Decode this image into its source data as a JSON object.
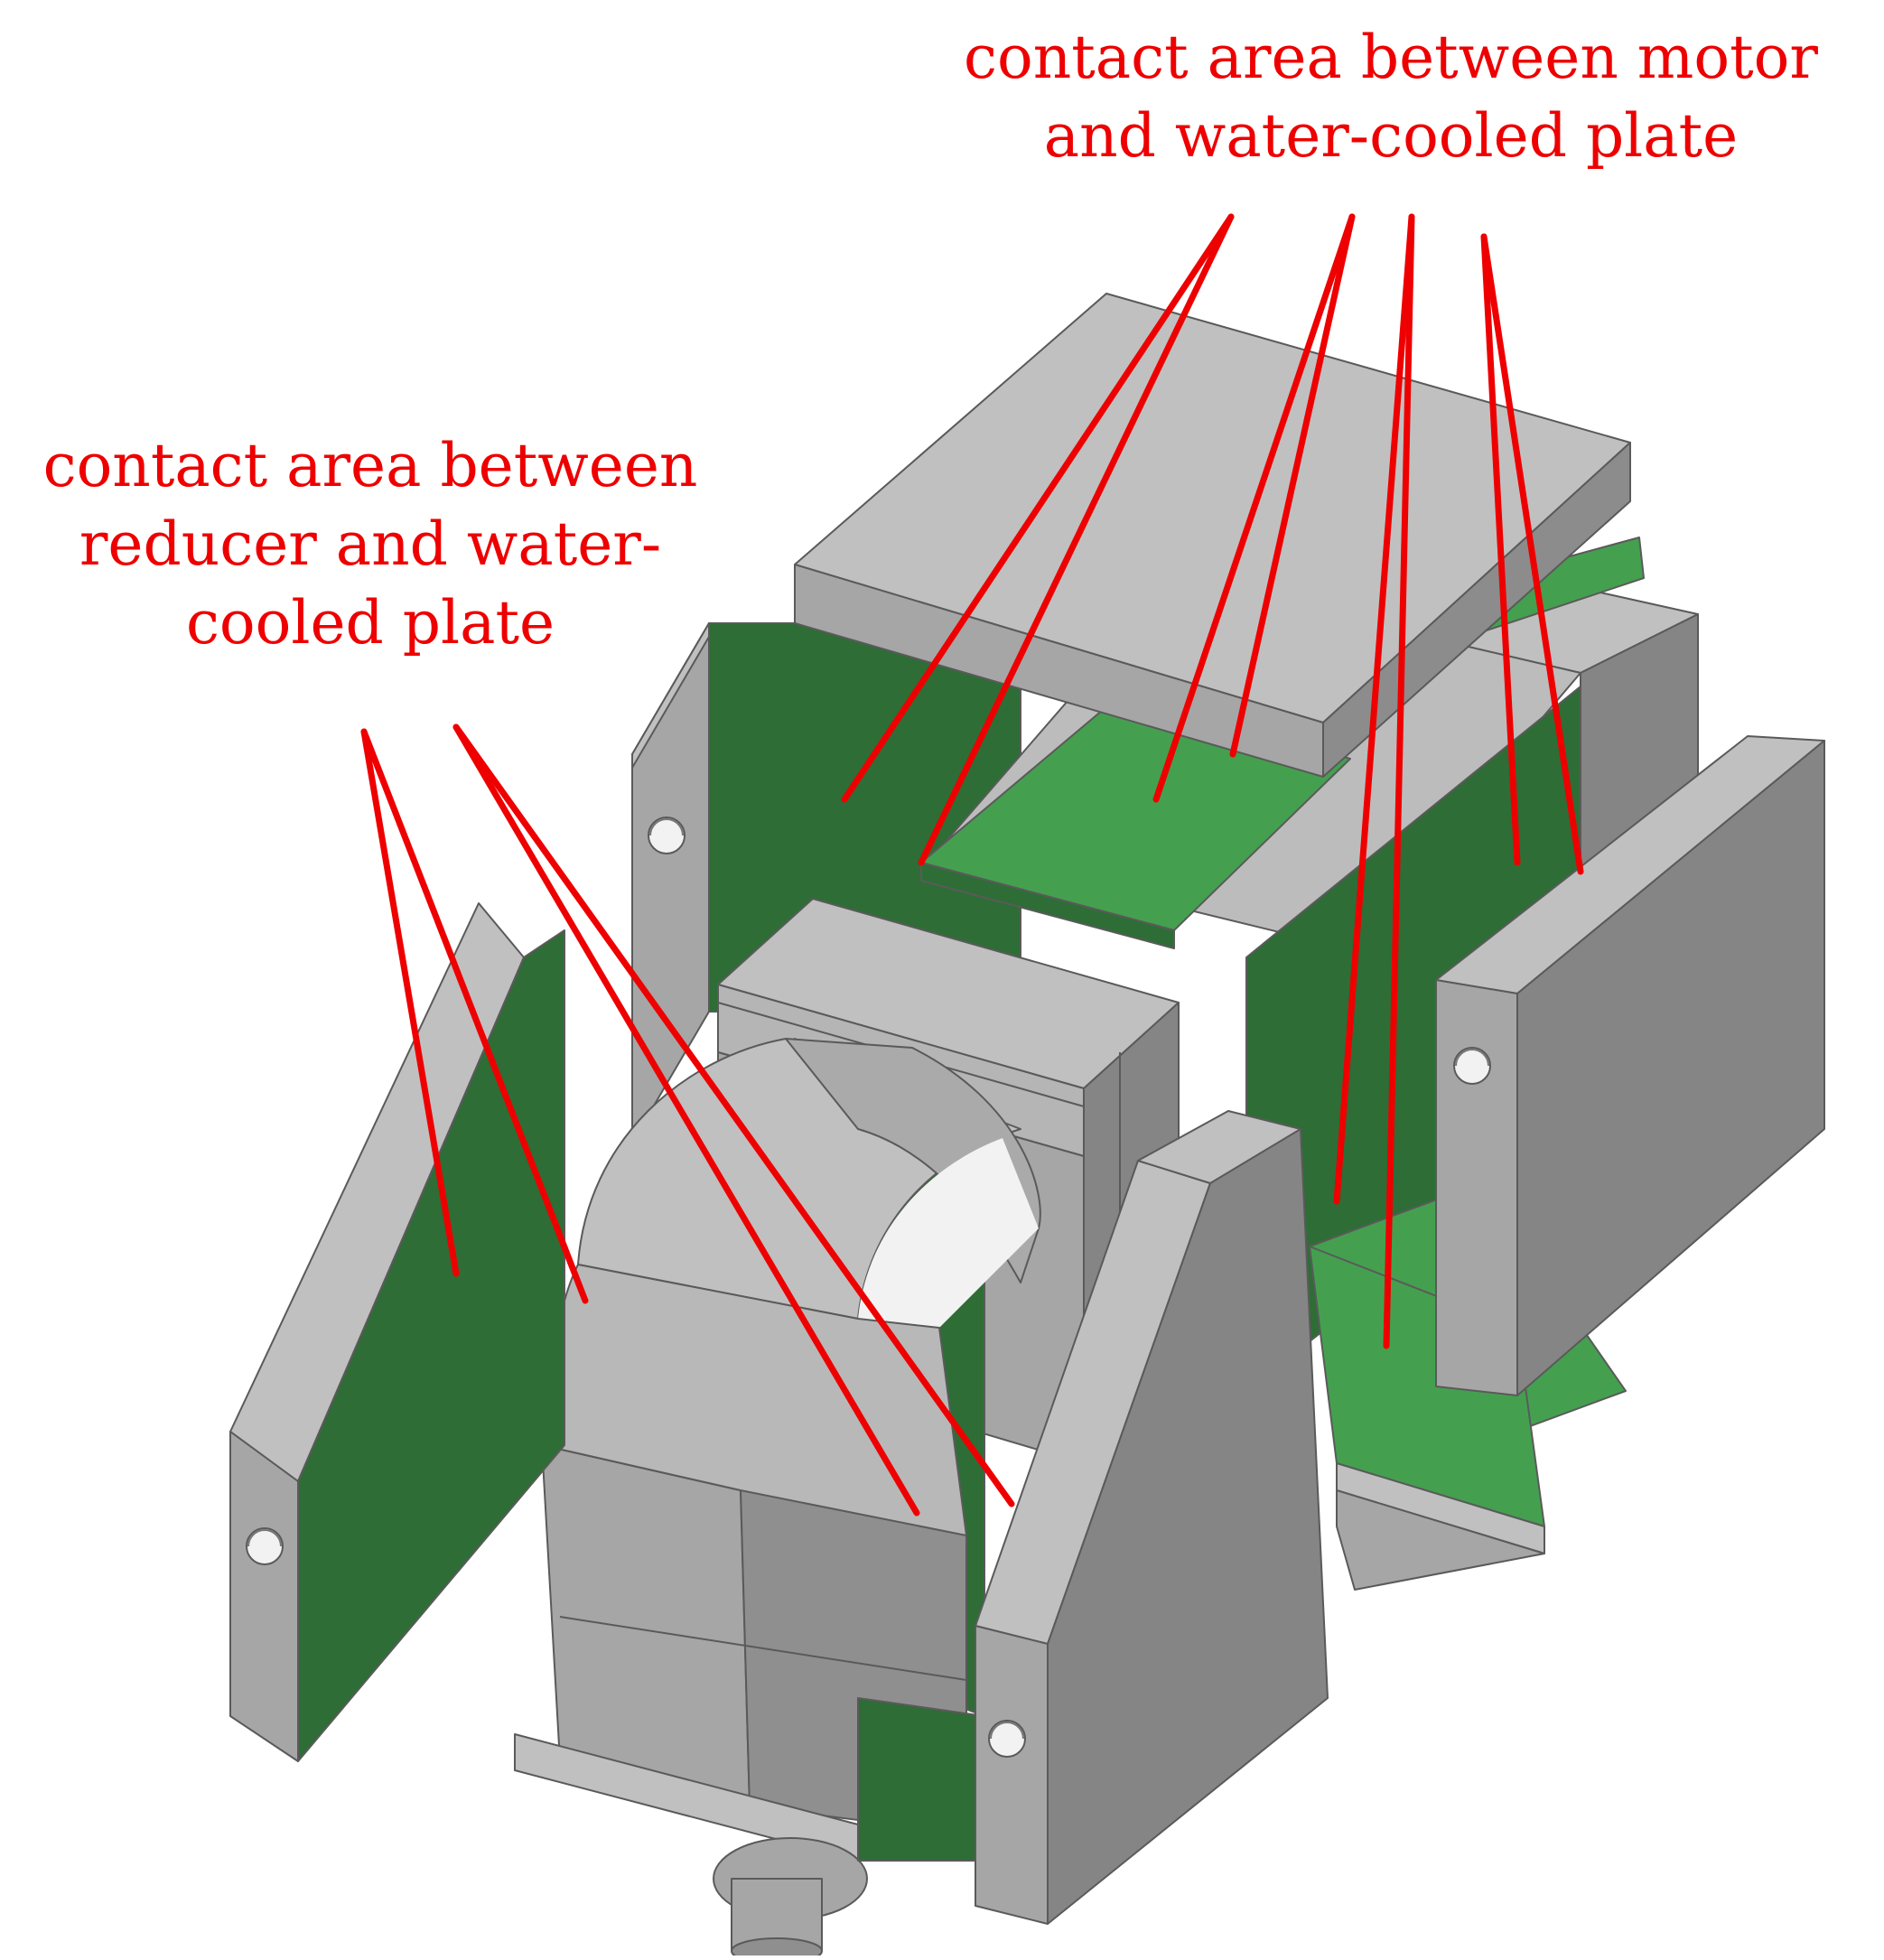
{
  "annotations": {
    "motor_contact": {
      "lines": [
        "contact area between motor",
        "and water-cooled plate"
      ]
    },
    "reducer_contact": {
      "lines": [
        "contact area between",
        "reducer and water-",
        "cooled plate"
      ]
    }
  },
  "colors": {
    "annotation": "#ee0000",
    "contact_dark": "#2e6d36",
    "contact_light": "#44a04f",
    "metal_light": "#c0c0c0",
    "metal_mid": "#a6a6a6",
    "metal_dark": "#858585",
    "edge": "#5a5a5a"
  }
}
